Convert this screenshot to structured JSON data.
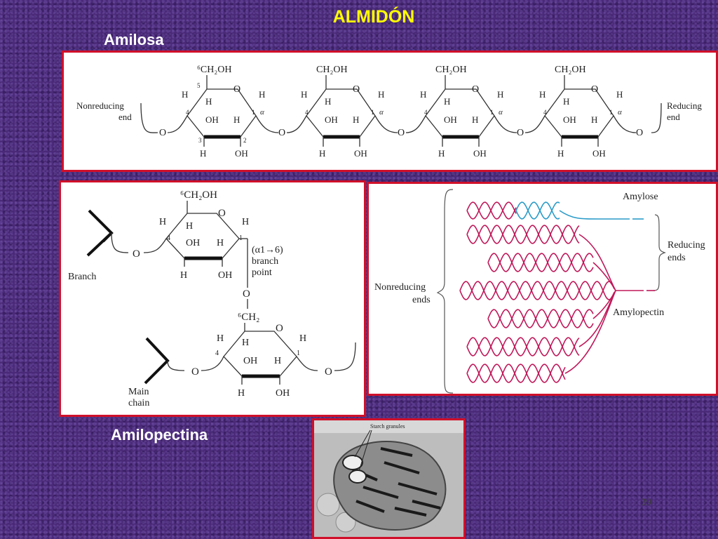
{
  "slide": {
    "title": "ALMIDÓN",
    "amylose_heading": "Amilosa",
    "amylopectin_heading": "Amilopectina",
    "page_number": "39"
  },
  "amylose_structure": {
    "nonreducing_end": [
      "Nonreducing",
      "end"
    ],
    "reducing_end": [
      "Reducing",
      "end"
    ],
    "ch2oh": "CH₂OH",
    "ch2oh_labeled": "⁶CH₂OH",
    "ring_o": "O",
    "bridge_o": "O",
    "h": "H",
    "oh": "OH",
    "alpha": "α",
    "numbers": [
      "5",
      "4",
      "3",
      "2",
      "1"
    ]
  },
  "branch_structure": {
    "ch2oh": "⁶CH₂OH",
    "ch2": "⁶CH₂",
    "branch_label": "Branch",
    "main_chain_label": [
      "Main",
      "chain"
    ],
    "branch_point_label": [
      "(α1→6)",
      "branch",
      "point"
    ],
    "h": "H",
    "oh": "OH",
    "o": "O",
    "numbers": [
      "4",
      "1"
    ]
  },
  "granule_diagram": {
    "amylose_label": "Amylose",
    "reducing_ends_label": [
      "Reducing",
      "ends"
    ],
    "nonreducing_ends_label": [
      "Nonreducing",
      "ends"
    ],
    "amylopectin_label": "Amylopectin",
    "colors": {
      "amylose": "#2a9bc8",
      "amylopectin": "#c0185a"
    }
  },
  "micrograph": {
    "caption": "Starch granules"
  }
}
